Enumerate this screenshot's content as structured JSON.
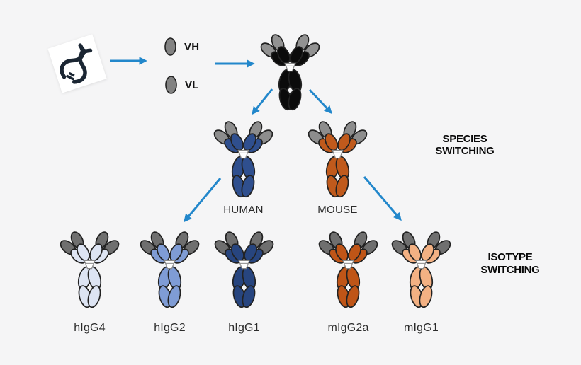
{
  "colors": {
    "background": "#f5f5f6",
    "arrow": "#2287cb",
    "outline": "#222222",
    "dna_strand": "#1b2633",
    "dna_card": "#ffffff",
    "domain_oval_fill": "#828282",
    "hinge_fill": "#ffffff",
    "hinge_stroke": "#8a8a8a"
  },
  "gene_panel": {
    "vh_label": "VH",
    "vl_label": "VL"
  },
  "stage_labels": {
    "species_line1": "SPECIES",
    "species_line2": "SWITCHING",
    "isotype_line1": "ISOTYPE",
    "isotype_line2": "SWITCHING"
  },
  "antibodies": [
    {
      "id": "chimeric-germline",
      "label": "",
      "tip": "#929292",
      "body": "#0b0b0b"
    },
    {
      "id": "human",
      "label": "HUMAN",
      "tip": "#8d8d8d",
      "body": "#2f4f8e"
    },
    {
      "id": "mouse",
      "label": "MOUSE",
      "tip": "#8d8d8d",
      "body": "#c05a1c"
    },
    {
      "id": "hIgG4",
      "label": "hIgG4",
      "tip": "#6f6f6f",
      "body": "#dde4f3"
    },
    {
      "id": "hIgG2",
      "label": "hIgG2",
      "tip": "#6f6f6f",
      "body": "#7f9cd5"
    },
    {
      "id": "hIgG1",
      "label": "hIgG1",
      "tip": "#6f6f6f",
      "body": "#27457f"
    },
    {
      "id": "mIgG2a",
      "label": "mIgG2a",
      "tip": "#6f6f6f",
      "body": "#bf5517"
    },
    {
      "id": "mIgG1",
      "label": "mIgG1",
      "tip": "#6f6f6f",
      "body": "#f3b183"
    }
  ],
  "icons": [
    {
      "name": "dna-icon"
    },
    {
      "name": "antibody-icon"
    },
    {
      "name": "arrow-icon"
    }
  ]
}
